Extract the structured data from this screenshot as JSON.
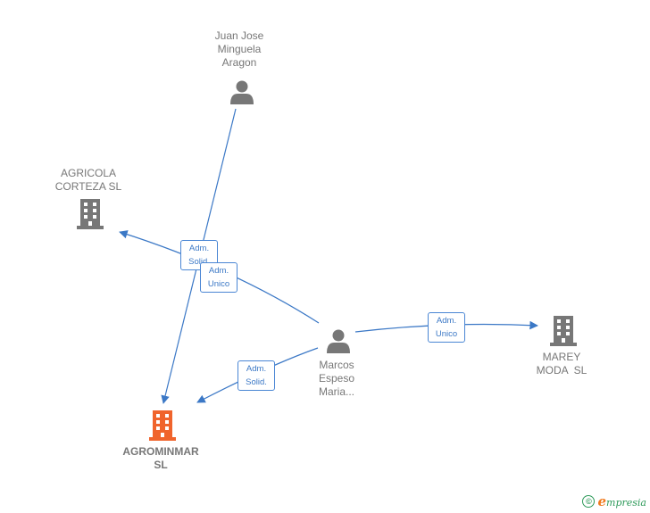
{
  "nodes": {
    "juan": {
      "lines": [
        "Juan Jose",
        "Minguela",
        "Aragon"
      ],
      "type": "person"
    },
    "agricola": {
      "lines": [
        "AGRICOLA",
        "CORTEZA SL"
      ],
      "type": "company"
    },
    "marcos": {
      "lines": [
        "Marcos",
        "Espeso",
        "Maria..."
      ],
      "type": "person"
    },
    "marey": {
      "lines": [
        "MAREY",
        "MODA  SL"
      ],
      "type": "company"
    },
    "agrominmar": {
      "lines": [
        "AGROMINMAR",
        "SL"
      ],
      "type": "company-focus"
    }
  },
  "edge_labels": {
    "e1": [
      "Adm.",
      "Solid."
    ],
    "e2": [
      "Adm.",
      "Unico"
    ],
    "e3": [
      "Adm.",
      "Unico"
    ],
    "e4": [
      "Adm.",
      "Solid."
    ]
  },
  "colors": {
    "edge": "#3b78c6",
    "person": "#777777",
    "company": "#777777",
    "focus": "#f0642c",
    "brand": "#2e9a5a"
  },
  "footer": {
    "copyright": "©",
    "brand_initial": "e",
    "brand_rest": "mpresia"
  }
}
